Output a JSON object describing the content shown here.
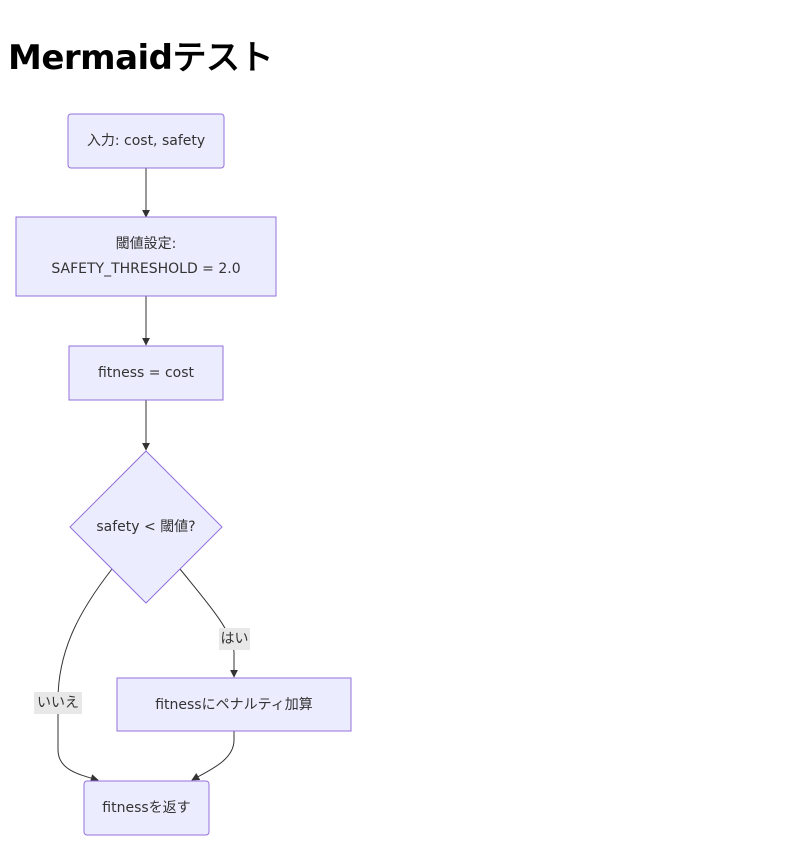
{
  "page": {
    "title": "Mermaidテスト"
  },
  "flowchart": {
    "nodes": {
      "input": {
        "label": "入力: cost, safety"
      },
      "threshold": {
        "label_line1": "閾値設定:",
        "label_line2": "SAFETY_THRESHOLD = 2.0"
      },
      "fitness_init": {
        "label": "fitness = cost"
      },
      "decision": {
        "label": "safety < 閾値?"
      },
      "penalty": {
        "label": "fitnessにペナルティ加算"
      },
      "return": {
        "label": "fitnessを返す"
      }
    },
    "edges": {
      "yes_label": "はい",
      "no_label": "いいえ"
    }
  },
  "colors": {
    "node_fill": "#ECECFF",
    "node_stroke": "#9370DB",
    "edge_stroke": "#333333",
    "edge_label_bg": "#e8e8e8"
  }
}
